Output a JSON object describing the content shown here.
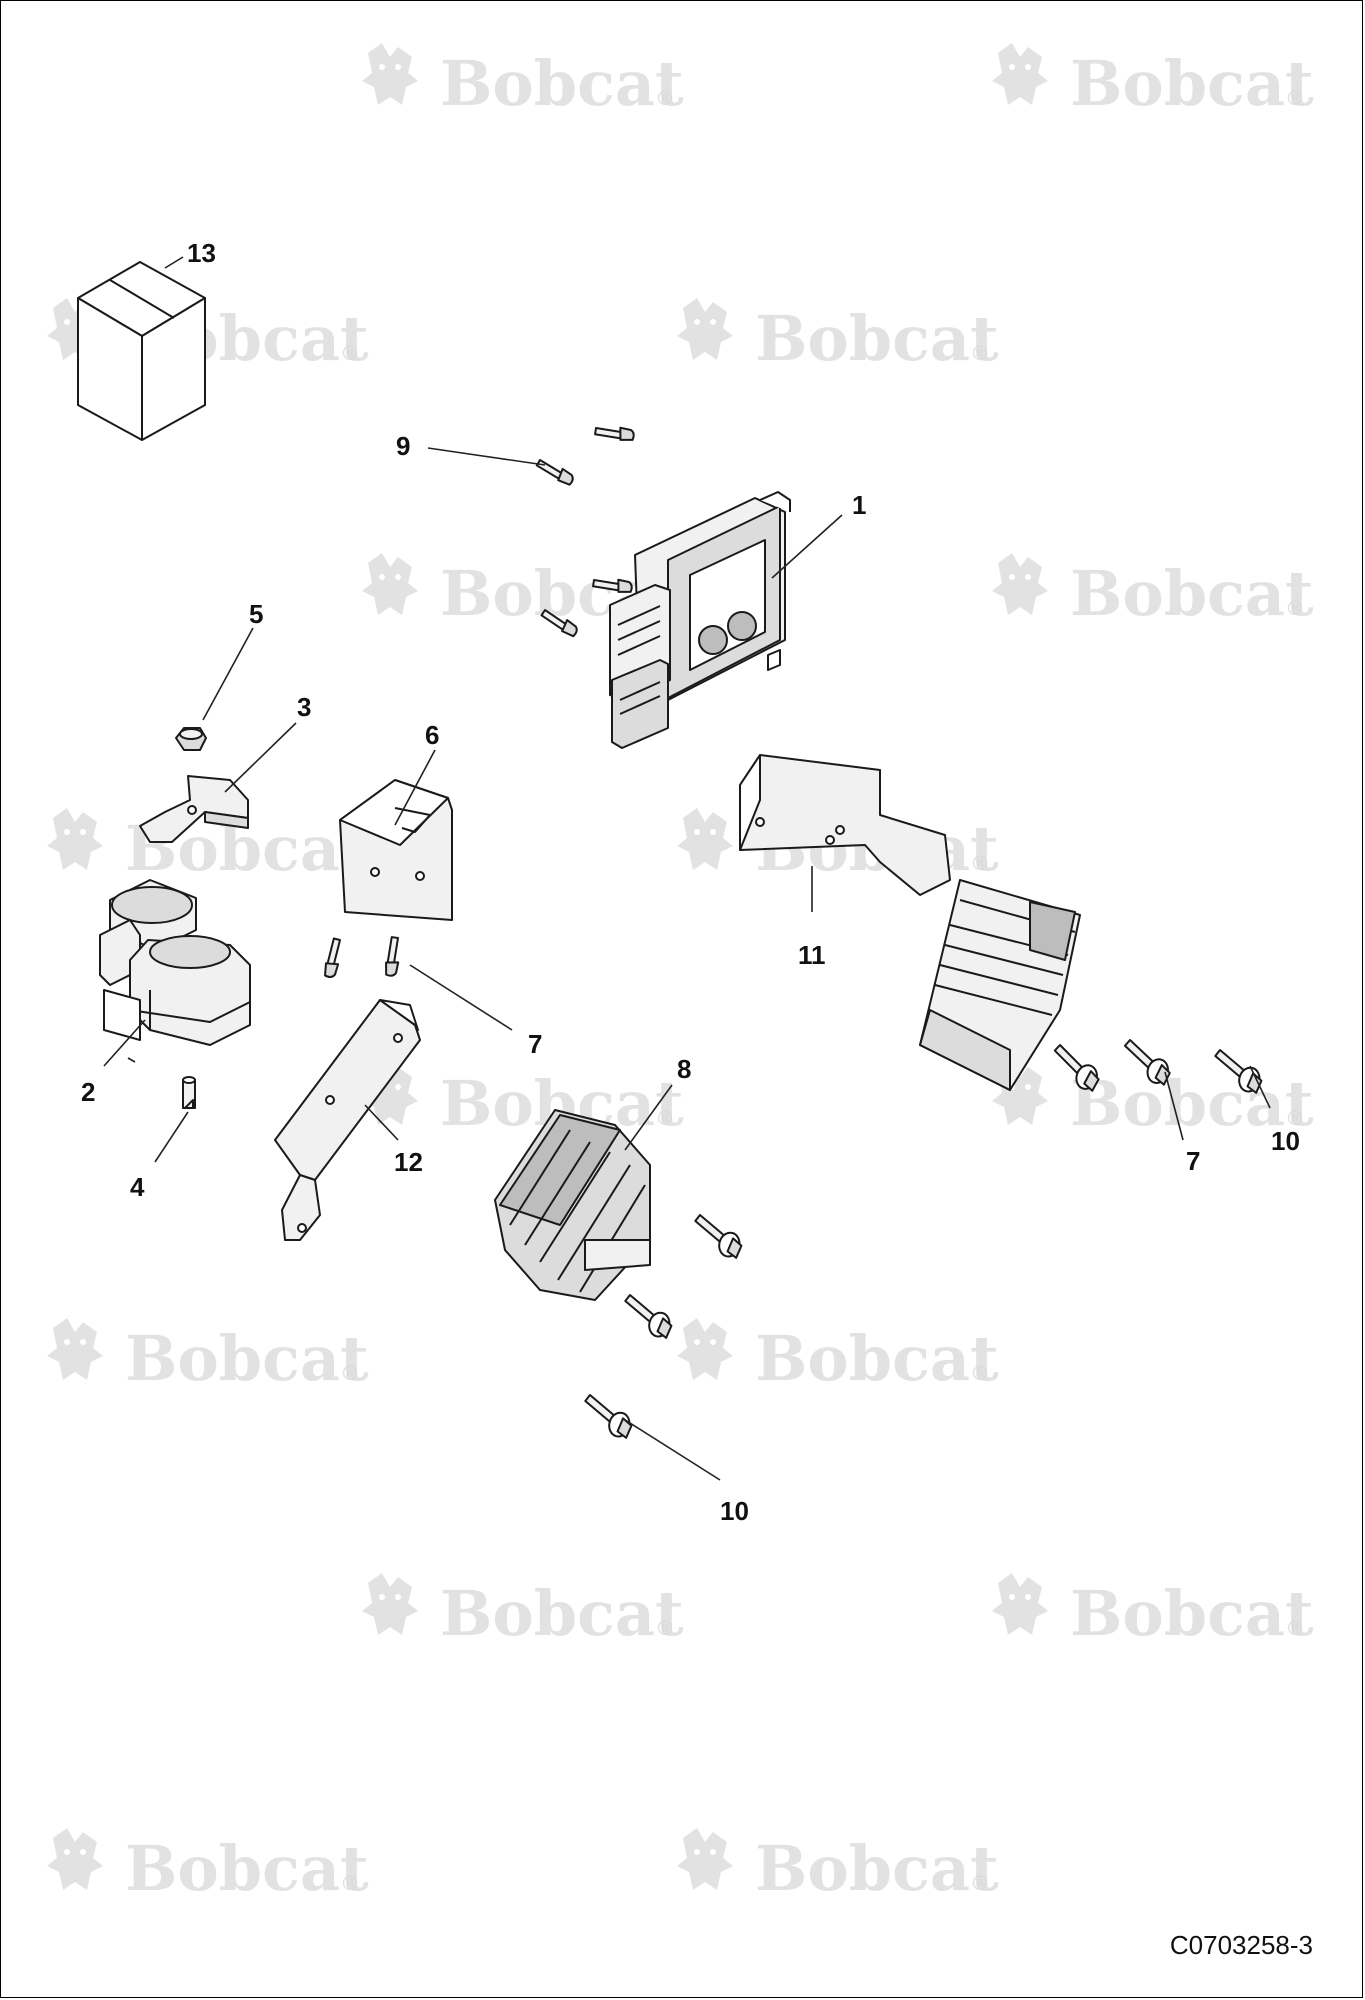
{
  "watermark": {
    "text": "Bobcat",
    "mark": "®",
    "icon": "bobcat-head-logo",
    "color": "#d9d9d9"
  },
  "drawing_code": "C0703258-3",
  "callouts": [
    {
      "id": "c1",
      "label": "1"
    },
    {
      "id": "c2",
      "label": "2"
    },
    {
      "id": "c3",
      "label": "3"
    },
    {
      "id": "c4",
      "label": "4"
    },
    {
      "id": "c5",
      "label": "5"
    },
    {
      "id": "c6",
      "label": "6"
    },
    {
      "id": "c7a",
      "label": "7"
    },
    {
      "id": "c7b",
      "label": "7"
    },
    {
      "id": "c8",
      "label": "8"
    },
    {
      "id": "c9",
      "label": "9"
    },
    {
      "id": "c10a",
      "label": "10"
    },
    {
      "id": "c10b",
      "label": "10"
    },
    {
      "id": "c11",
      "label": "11"
    },
    {
      "id": "c12",
      "label": "12"
    },
    {
      "id": "c13",
      "label": "13"
    }
  ],
  "colors": {
    "line": "#1a1a1a",
    "fill_light": "#f1f1f1",
    "fill_mid": "#dcdcdc",
    "fill_dark": "#bdbdbd",
    "background": "#ffffff"
  }
}
